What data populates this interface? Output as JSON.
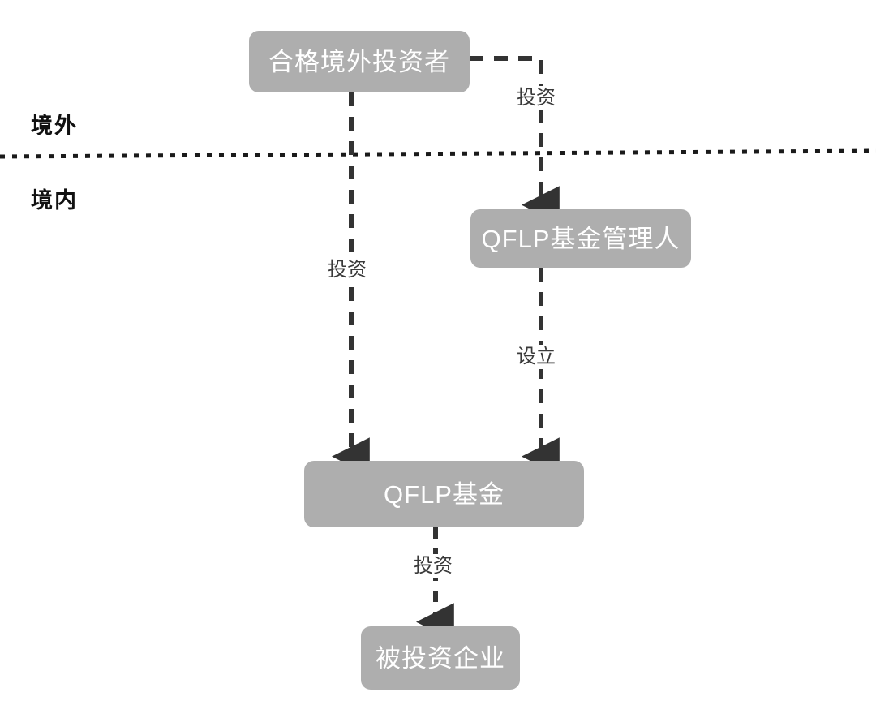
{
  "diagram": {
    "title_present": false,
    "regions": [
      {
        "id": "offshore",
        "label": "境外"
      },
      {
        "id": "onshore",
        "label": "境内"
      }
    ],
    "divider": {
      "name": "offshore-onshore-divider",
      "style": "dotted",
      "color": "#1a1a1a"
    },
    "nodes": [
      {
        "id": "qfi",
        "label": "合格境外投资者",
        "region": "offshore",
        "fill": "#aeaeae",
        "text_color": "#ffffff"
      },
      {
        "id": "manager",
        "label": "QFLP基金管理人",
        "region": "onshore",
        "fill": "#aeaeae",
        "text_color": "#ffffff"
      },
      {
        "id": "fund",
        "label": "QFLP基金",
        "region": "onshore",
        "fill": "#aeaeae",
        "text_color": "#ffffff"
      },
      {
        "id": "investee",
        "label": "被投资企业",
        "region": "onshore",
        "fill": "#aeaeae",
        "text_color": "#ffffff"
      }
    ],
    "edges": [
      {
        "id": "qfi-to-manager",
        "from": "qfi",
        "to": "manager",
        "label": "投资",
        "style": "dashed",
        "shape": "elbow",
        "color": "#333333"
      },
      {
        "id": "qfi-to-fund",
        "from": "qfi",
        "to": "fund",
        "label": "投资",
        "style": "dashed",
        "shape": "straight",
        "color": "#333333"
      },
      {
        "id": "manager-to-fund",
        "from": "manager",
        "to": "fund",
        "label": "设立",
        "style": "dashed",
        "shape": "straight",
        "color": "#333333"
      },
      {
        "id": "fund-to-investee",
        "from": "fund",
        "to": "investee",
        "label": "投资",
        "style": "dashed",
        "shape": "straight",
        "color": "#333333"
      }
    ],
    "colors": {
      "node_fill": "#aeaeae",
      "node_text": "#ffffff",
      "edge": "#333333",
      "region_text": "#111111",
      "edge_label_text": "#3a3a3a",
      "background": "#ffffff"
    }
  }
}
